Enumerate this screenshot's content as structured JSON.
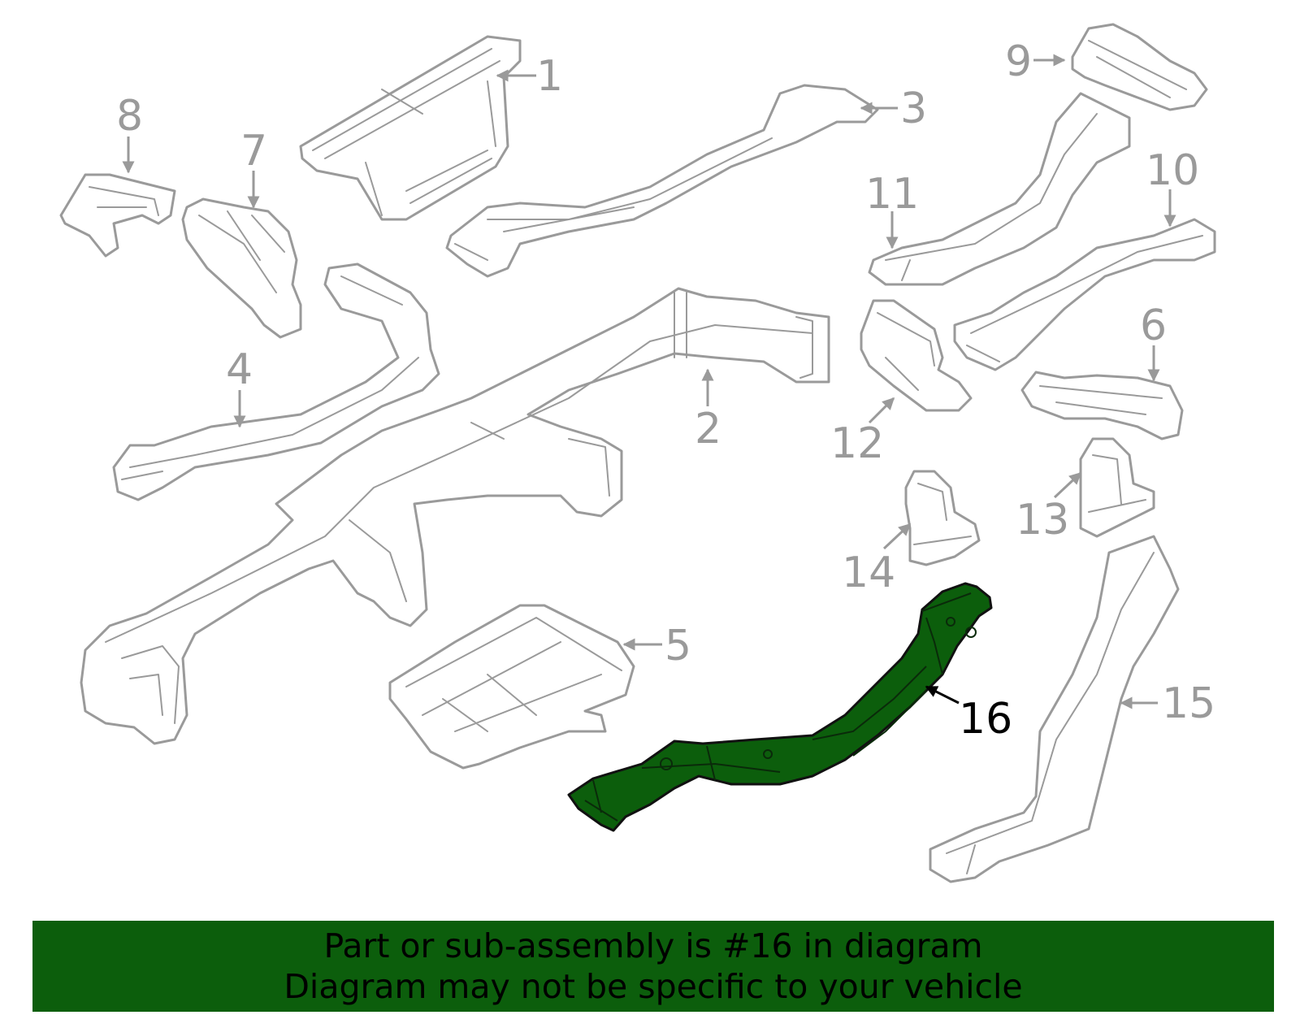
{
  "colors": {
    "highlight": "#0c5e0c",
    "outline": "#9a9a9a",
    "banner_bg": "#0c5e0c",
    "banner_text": "#000000"
  },
  "callouts": {
    "c1": "1",
    "c2": "2",
    "c3": "3",
    "c4": "4",
    "c5": "5",
    "c6": "6",
    "c7": "7",
    "c8": "8",
    "c9": "9",
    "c10": "10",
    "c11": "11",
    "c12": "12",
    "c13": "13",
    "c14": "14",
    "c15": "15",
    "c16": "16"
  },
  "highlighted_part": "16",
  "banner": {
    "line1": "Part or sub-assembly is #16 in diagram",
    "line2": "Diagram may not be specific to your vehicle"
  }
}
